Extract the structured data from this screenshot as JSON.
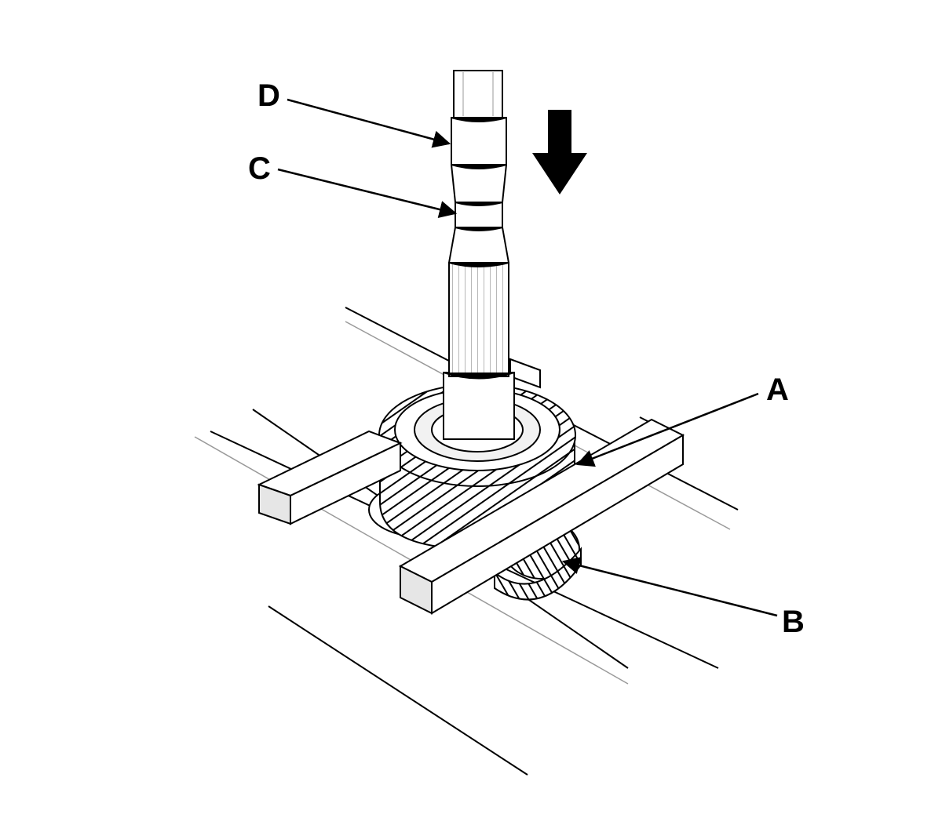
{
  "diagram": {
    "callouts": {
      "a": "A",
      "b": "B",
      "c": "C",
      "d": "D"
    },
    "direction_indicator": "down-arrow-icon",
    "colors": {
      "ink": "#000000",
      "paper": "#ffffff",
      "shade": "#d9d9d9"
    }
  }
}
